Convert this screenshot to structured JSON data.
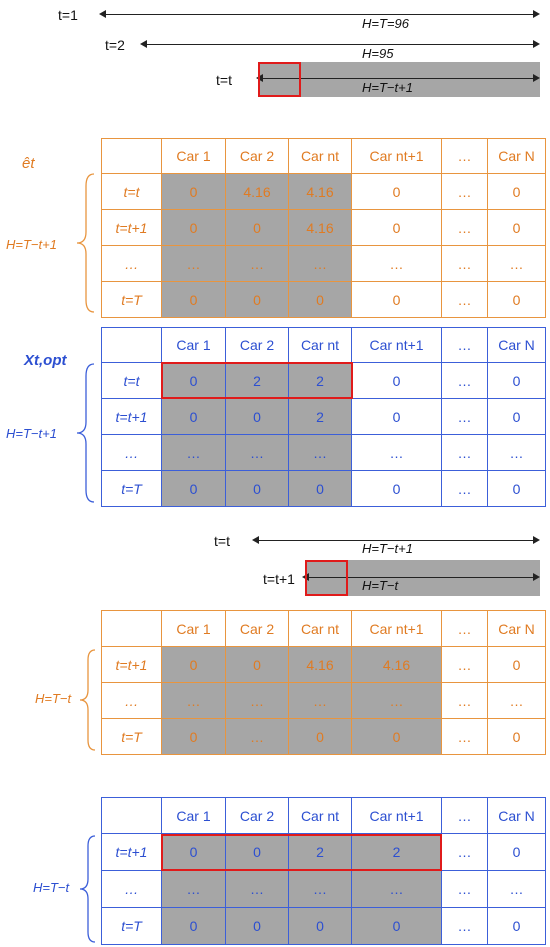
{
  "top_timeline": {
    "rows": [
      {
        "t_label": "t=1",
        "h_label": "H=T=96"
      },
      {
        "t_label": "t=2",
        "h_label": "H=95"
      },
      {
        "t_label": "t=t",
        "h_label": "H=T−t+1"
      }
    ]
  },
  "table_e": {
    "symbol": "êt",
    "h_label": "H=T−t+1",
    "headers": [
      "",
      "Car 1",
      "Car 2",
      "Car nt",
      "Car nt+1",
      "…",
      "Car N"
    ],
    "rows": [
      [
        "t=t",
        "0",
        "4.16",
        "4.16",
        "0",
        "…",
        "0"
      ],
      [
        "t=t+1",
        "0",
        "0",
        "4.16",
        "0",
        "…",
        "0"
      ],
      [
        "…",
        "…",
        "…",
        "…",
        "…",
        "…",
        "…"
      ],
      [
        "t=T",
        "0",
        "0",
        "0",
        "0",
        "…",
        "0"
      ]
    ]
  },
  "table_x": {
    "symbol": "Xt,opt",
    "h_label": "H=T−t+1",
    "headers": [
      "",
      "Car 1",
      "Car 2",
      "Car nt",
      "Car nt+1",
      "…",
      "Car N"
    ],
    "rows": [
      [
        "t=t",
        "0",
        "2",
        "2",
        "0",
        "…",
        "0"
      ],
      [
        "t=t+1",
        "0",
        "0",
        "2",
        "0",
        "…",
        "0"
      ],
      [
        "…",
        "…",
        "…",
        "…",
        "…",
        "…",
        "…"
      ],
      [
        "t=T",
        "0",
        "0",
        "0",
        "0",
        "…",
        "0"
      ]
    ]
  },
  "mid_timeline": {
    "rows": [
      {
        "t_label": "t=t",
        "h_label": "H=T−t+1"
      },
      {
        "t_label": "t=t+1",
        "h_label": "H=T−t"
      }
    ]
  },
  "table_e2": {
    "h_label": "H=T−t",
    "headers": [
      "",
      "Car 1",
      "Car 2",
      "Car nt",
      "Car nt+1",
      "…",
      "Car N"
    ],
    "rows": [
      [
        "t=t+1",
        "0",
        "0",
        "4.16",
        "4.16",
        "…",
        "0"
      ],
      [
        "…",
        "…",
        "…",
        "…",
        "…",
        "…",
        "…"
      ],
      [
        "t=T",
        "0",
        "…",
        "0",
        "0",
        "…",
        "0"
      ]
    ]
  },
  "table_x2": {
    "h_label": "H=T−t",
    "headers": [
      "",
      "Car 1",
      "Car 2",
      "Car nt",
      "Car nt+1",
      "…",
      "Car N"
    ],
    "rows": [
      [
        "t=t+1",
        "0",
        "0",
        "2",
        "2",
        "…",
        "0"
      ],
      [
        "…",
        "…",
        "…",
        "…",
        "…",
        "…",
        "…"
      ],
      [
        "t=T",
        "0",
        "0",
        "0",
        "0",
        "…",
        "0"
      ]
    ]
  }
}
